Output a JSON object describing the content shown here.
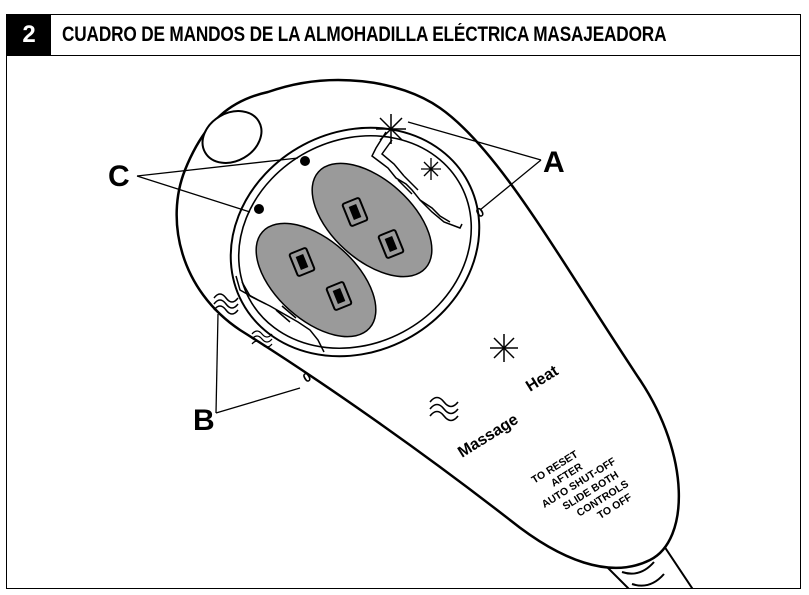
{
  "header": {
    "step_number": "2",
    "title": "CUADRO DE MANDOS DE LA ALMOHADILLA ELÉCTRICA MASAJEADORA"
  },
  "callouts": {
    "a": "A",
    "b": "B",
    "c": "C"
  },
  "remote": {
    "heat_label": "Heat",
    "massage_label": "Massage",
    "off_mark_heat": "0",
    "off_mark_massage": "0",
    "reset_note": [
      "TO RESET",
      "AFTER",
      "AUTO SHUT-OFF",
      "SLIDE BOTH",
      "CONTROLS",
      "TO OFF"
    ]
  },
  "colors": {
    "button_fill": "#9a9a9a",
    "outline": "#000000",
    "badge": "#000000"
  }
}
